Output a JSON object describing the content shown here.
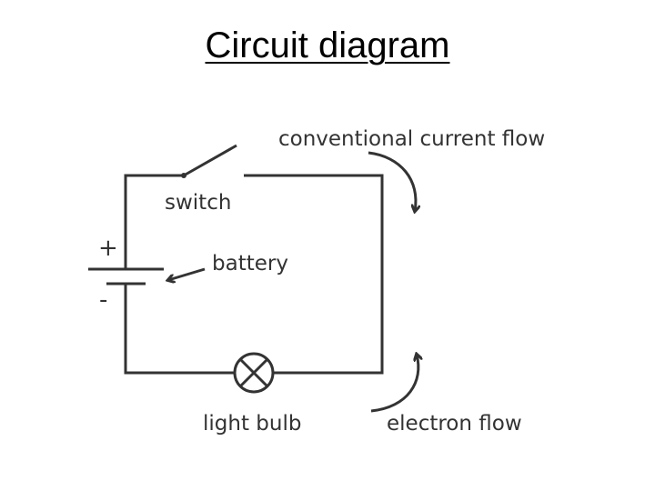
{
  "title": "Circuit diagram",
  "labels": {
    "conventional_current": "conventional current flow",
    "switch": "switch",
    "battery": "battery",
    "light_bulb": "light bulb",
    "electron_flow": "electron flow",
    "plus": "+",
    "minus": "-"
  },
  "colors": {
    "ink": "#333333",
    "background": "#ffffff"
  }
}
